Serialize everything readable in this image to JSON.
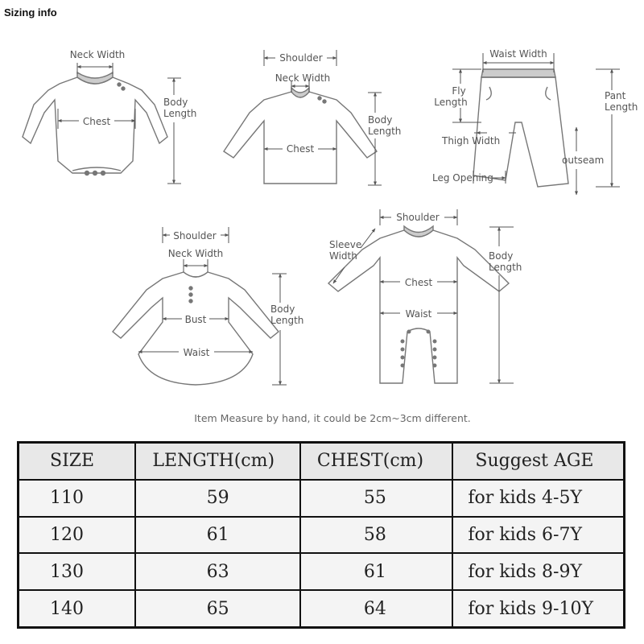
{
  "title": "Sizing info",
  "diagrams": {
    "bodysuit": {
      "neck_width": "Neck Width",
      "chest": "Chest",
      "body_length_1": "Body",
      "body_length_2": "Length"
    },
    "tshirt": {
      "shoulder": "Shoulder",
      "neck_width": "Neck Width",
      "chest": "Chest",
      "body_length_1": "Body",
      "body_length_2": "Length"
    },
    "pants": {
      "waist_width": "Waist Width",
      "fly_length_1": "Fly",
      "fly_length_2": "Length",
      "pant_length_1": "Pant",
      "pant_length_2": "Length",
      "thigh_width": "Thigh Width",
      "outseam": "outseam",
      "leg_opening": "Leg Opening"
    },
    "dress": {
      "shoulder": "Shoulder",
      "neck_width": "Neck Width",
      "bust": "Bust",
      "waist": "Waist",
      "body_length_1": "Body",
      "body_length_2": "Length"
    },
    "romper": {
      "shoulder": "Shoulder",
      "sleeve_width_1": "Sleeve",
      "sleeve_width_2": "Width",
      "chest": "Chest",
      "waist": "Waist",
      "body_length_1": "Body",
      "body_length_2": "Length"
    }
  },
  "note": "Item Measure by hand, it could be 2cm~3cm different.",
  "size_table": {
    "headers": [
      "SIZE",
      "LENGTH(cm)",
      "CHEST(cm)",
      "Suggest AGE"
    ],
    "rows": [
      [
        "110",
        "59",
        "55",
        "for kids 4-5Y"
      ],
      [
        "120",
        "61",
        "58",
        "for kids 6-7Y"
      ],
      [
        "130",
        "63",
        "61",
        "for kids 8-9Y"
      ],
      [
        "140",
        "65",
        "64",
        "for kids 9-10Y"
      ]
    ]
  }
}
